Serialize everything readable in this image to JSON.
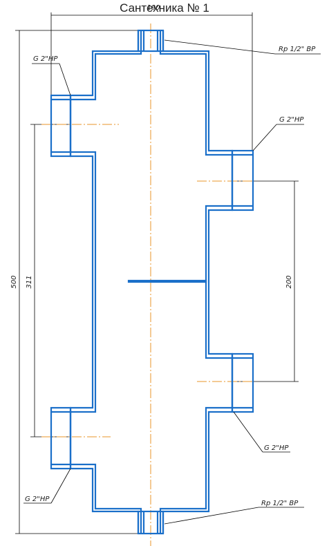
{
  "title": "Сантехника № 1",
  "colors": {
    "contour": "#1a6fc9",
    "axis": "#e8962a",
    "ink": "#000000"
  },
  "dimensions": {
    "top_width": "190",
    "overall_height": "500",
    "left_spacing": "311",
    "right_spacing": "200"
  },
  "callouts": {
    "top_right": "Rp 1/2\" BP",
    "top_left": "G 2\"HP",
    "right_upper": "G 2\"HP",
    "right_lower": "G 2\"HP",
    "bottom_left": "G 2\"HP",
    "bottom_right": "Rp 1/2\" BP"
  }
}
